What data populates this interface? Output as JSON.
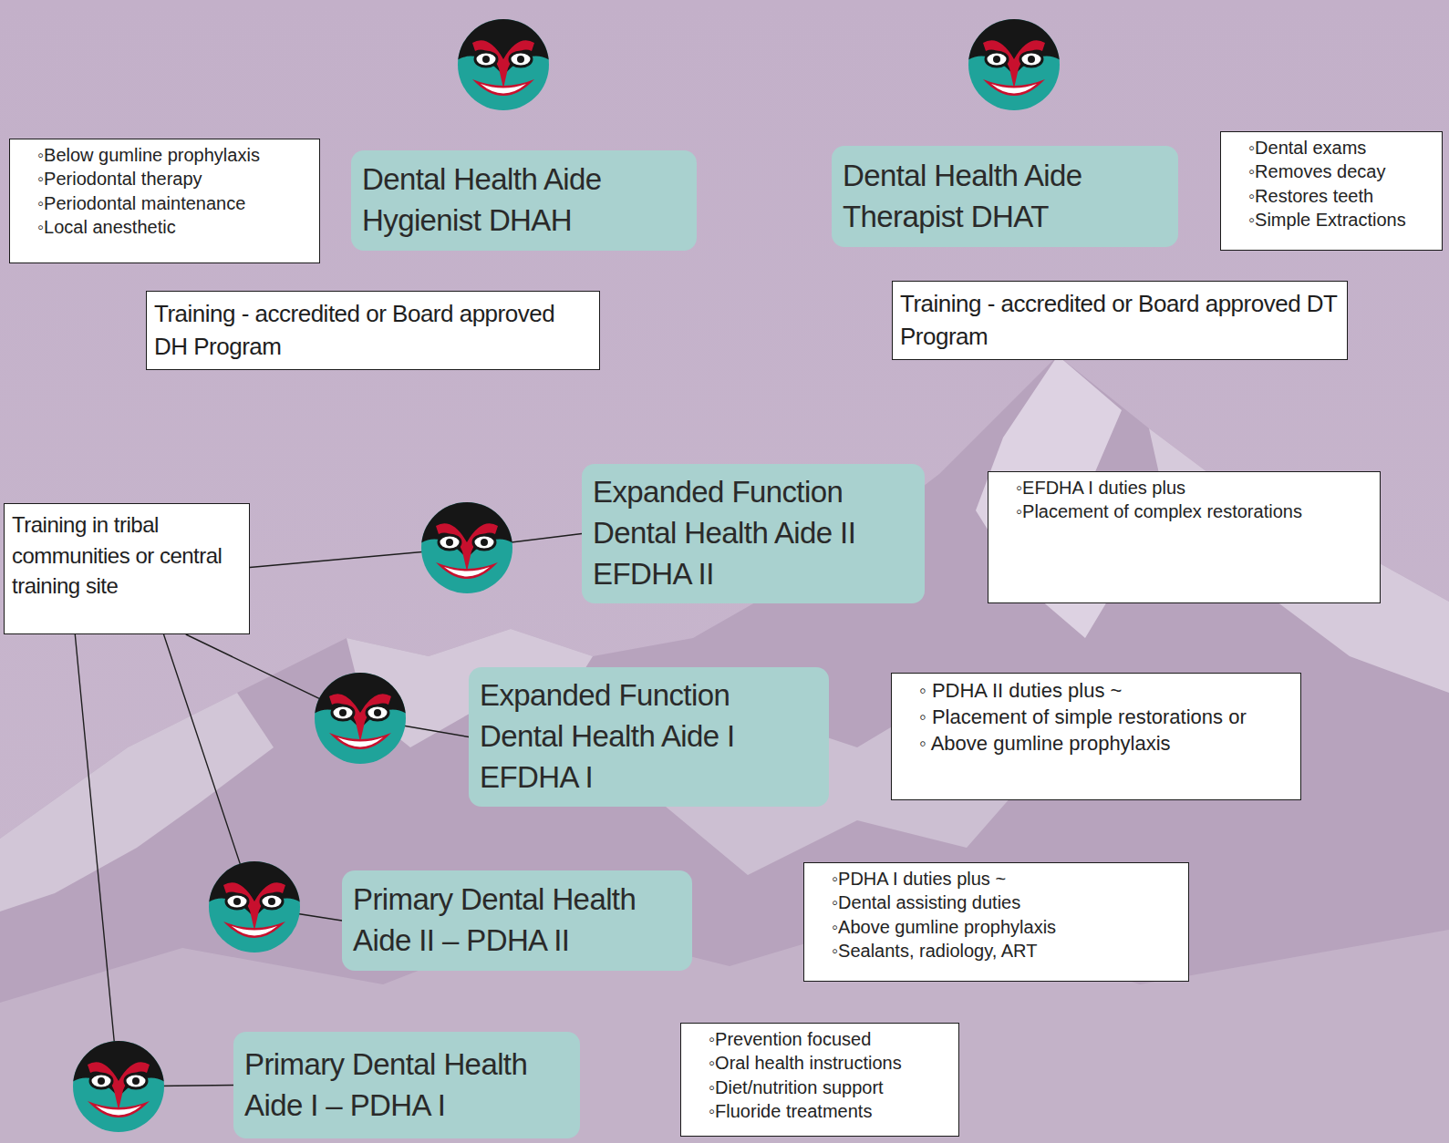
{
  "diagram": {
    "nodes": [
      {
        "text": [
          "◦Below gumline prophylaxis",
          "◦Periodontal therapy",
          "◦Periodontal maintenance",
          "◦Local anesthetic"
        ]
      },
      {
        "text": [
          "Dental Health Aide Hygienist DHAH"
        ]
      },
      {
        "text": [
          "Dental Health Aide Therapist DHAT"
        ]
      },
      {
        "text": [
          "◦Dental exams",
          "◦Removes decay",
          "◦Restores teeth",
          "◦Simple Extractions"
        ]
      },
      {
        "text": [
          "Training - accredited or Board approved DH Program"
        ]
      },
      {
        "text": [
          "Training - accredited or Board approved DT Program"
        ]
      },
      {
        "text": [
          "Training in tribal communities or central training site"
        ]
      },
      {
        "text": [
          "Expanded Function Dental Health Aide II EFDHA II"
        ]
      },
      {
        "text": [
          "◦EFDHA I duties plus",
          "◦Placement of complex restorations"
        ]
      },
      {
        "text": [
          "Expanded Function Dental Health Aide I EFDHA I"
        ]
      },
      {
        "text": [
          "◦ PDHA II duties plus ~",
          "◦ Placement of simple restorations or",
          "◦ Above gumline prophylaxis"
        ]
      },
      {
        "text": [
          "Primary Dental Health Aide II – PDHA II"
        ]
      },
      {
        "text": [
          "◦PDHA I duties plus ~",
          "◦Dental assisting duties",
          "◦Above gumline prophylaxis",
          "◦Sealants, radiology, ART"
        ]
      },
      {
        "text": [
          "Primary Dental Health Aide I – PDHA I"
        ]
      },
      {
        "text": [
          "◦Prevention focused",
          "◦Oral health instructions",
          "◦Diet/nutrition support",
          "◦Fluoride treatments"
        ]
      }
    ],
    "edges": [
      {
        "from": 6,
        "to": 7,
        "arrow": "none"
      },
      {
        "from": 6,
        "to": 9,
        "arrow": "none"
      },
      {
        "from": 6,
        "to": 11,
        "arrow": "none"
      },
      {
        "from": 6,
        "to": 13,
        "arrow": "none"
      }
    ]
  }
}
